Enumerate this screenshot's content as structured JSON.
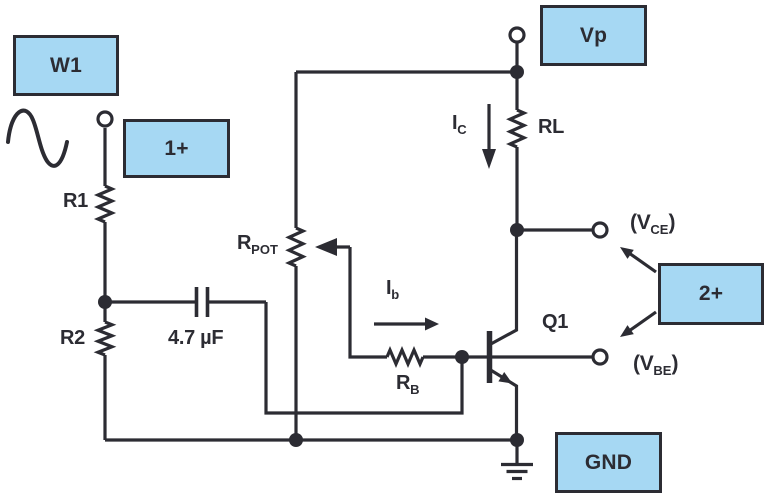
{
  "colors": {
    "label_box_fill": "#a6d8f3",
    "line": "#2c2c33",
    "background": "#ffffff"
  },
  "terminals": {
    "w1": "W1",
    "one_plus": "1+",
    "vp": "Vp",
    "two_plus": "2+",
    "gnd": "GND"
  },
  "labels": {
    "r1": "R1",
    "r2": "R2",
    "capacitor": "4.7 µF",
    "rpot": {
      "base": "R",
      "sub": "POT"
    },
    "rb": {
      "base": "R",
      "sub": "B"
    },
    "ib": {
      "base": "I",
      "sub": "b"
    },
    "ic": {
      "base": "I",
      "sub": "C"
    },
    "rl": "RL",
    "q1": "Q1",
    "vce": {
      "open": "(V",
      "sub": "CE",
      "close": ")"
    },
    "vbe": {
      "open": "(V",
      "sub": "BE",
      "close": ")"
    }
  }
}
